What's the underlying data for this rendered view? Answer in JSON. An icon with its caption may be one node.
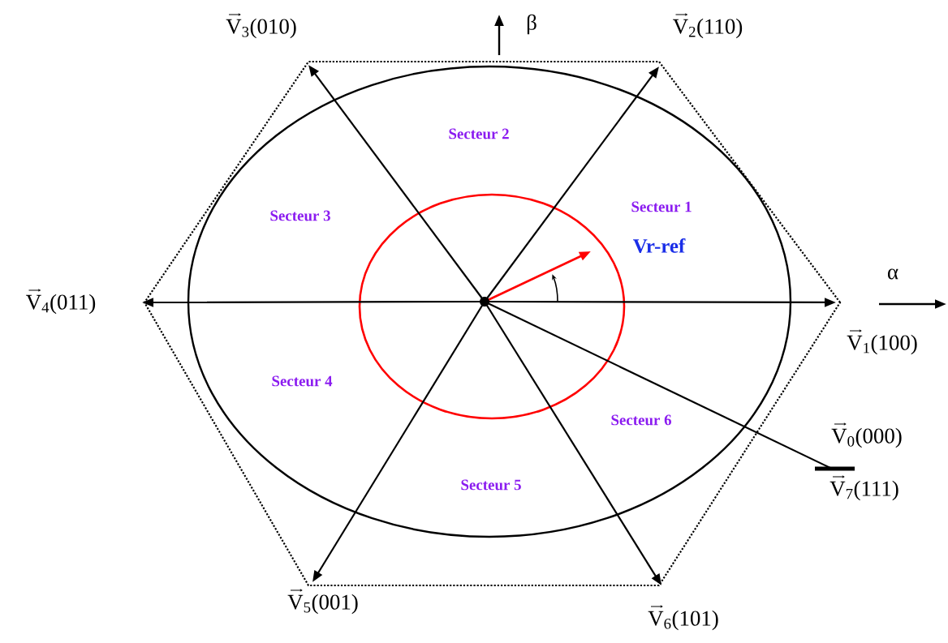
{
  "diagram": {
    "labels": [
      "V$_{3}$(010)",
      "β",
      "V$_{2}$(110)",
      "Secteur 2",
      "Secteur 3",
      "Secteur 1",
      "Vr-ref",
      "α",
      "V$_{4}$(011)",
      "V$_{1}$(100)",
      "Secteur 4",
      "Secteur 6",
      "V$_{0}$(000)",
      "Secteur 5",
      "V$_{7}$(111)",
      "V$_{5}$(001)",
      "V$_{6}$(101)"
    ]
  }
}
